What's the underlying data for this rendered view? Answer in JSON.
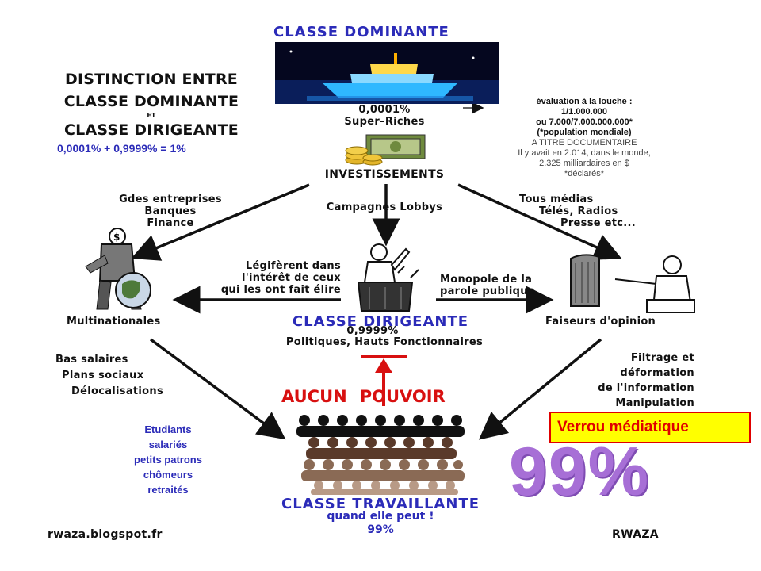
{
  "diagram": {
    "title": {
      "line1": "DISTINCTION ENTRE",
      "line2": "CLASSE DOMINANTE",
      "et": "ET",
      "line3": "CLASSE DIRIGEANTE",
      "formula": "0,0001% + 0,9999% = 1%"
    },
    "dominant": {
      "heading": "CLASSE DOMINANTE",
      "pct": "0,0001%",
      "label": "Super–Riches"
    },
    "evaluation": {
      "line1": "évaluation à la louche :",
      "line2": "1/1.000.000",
      "line3": "ou 7.000/7.000.000.000*",
      "line4": "(*population mondiale)",
      "doc1": "A TITRE DOCUMENTAIRE",
      "doc2": "Il y avait en 2.014, dans le monde,",
      "doc3": "2.325 milliardaires en $",
      "doc4": "*déclarés*"
    },
    "investissements": "INVESTISSEMENTS",
    "left_branch": {
      "line1": "Gdes  entreprises",
      "line2": "Banques",
      "line3": "Finance"
    },
    "middle_branch": "Campagnes  Lobbys",
    "right_branch": {
      "line1": "Tous  médias",
      "line2": "Télés,  Radios",
      "line3": "Presse  etc..."
    },
    "legiferent": {
      "line1": "Légifèrent  dans",
      "line2": "l'intérêt  de  ceux",
      "line3": "qui  les  ont  fait  élire"
    },
    "monopole": {
      "line1": "Monopole  de  la",
      "line2": "parole  publique"
    },
    "multinationales": "Multinationales",
    "faiseurs": "Faiseurs  d'opinion",
    "dirigeante": {
      "heading": "CLASSE  DIRIGEANTE",
      "pct": "0,9999%",
      "label": "Politiques,  Hauts  Fonctionnaires"
    },
    "bas_salaires": {
      "line1": "Bas  salaires",
      "line2": "Plans  sociaux",
      "line3": "Délocalisations"
    },
    "filtrage": {
      "line1": "Filtrage  et",
      "line2": "déformation",
      "line3": "de  l'information",
      "line4": "Manipulation"
    },
    "aucun": {
      "part1": "AUCUN",
      "part2": "POUVOIR"
    },
    "verrou": "Verrou médiatique",
    "big_pct": "99%",
    "etudiants": {
      "line1": "Etudiants",
      "line2": "salariés",
      "line3": "petits  patrons",
      "line4": "chômeurs",
      "line5": "retraités"
    },
    "travaillante": {
      "heading": "CLASSE  TRAVAILLANTE",
      "sub": "quand  elle  peut  !",
      "pct": "99%"
    },
    "footer_left": "rwaza.blogspot.fr",
    "footer_right": "RWAZA"
  },
  "colors": {
    "blue": "#2b2bb8",
    "red": "#d81010",
    "purple": "#a76fd6",
    "yellow": "#ffff00"
  },
  "icons": [
    "yacht-image",
    "money-pile-icon",
    "businessman-globe-icon",
    "politician-podium-icon",
    "media-critic-icon",
    "crowd-icon"
  ]
}
